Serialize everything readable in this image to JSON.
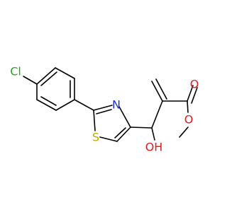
{
  "molecule": {
    "atoms": {
      "cl": {
        "label": "Cl",
        "color": "#33a02c"
      },
      "n": {
        "label": "N",
        "color": "#1f2fd6"
      },
      "s": {
        "label": "S",
        "color": "#c8a800"
      },
      "oh": {
        "label": "OH",
        "color": "#e41a1c"
      },
      "o_carbonyl": {
        "label": "O",
        "color": "#e41a1c"
      },
      "o_ester": {
        "label": "O",
        "color": "#e41a1c"
      }
    }
  }
}
